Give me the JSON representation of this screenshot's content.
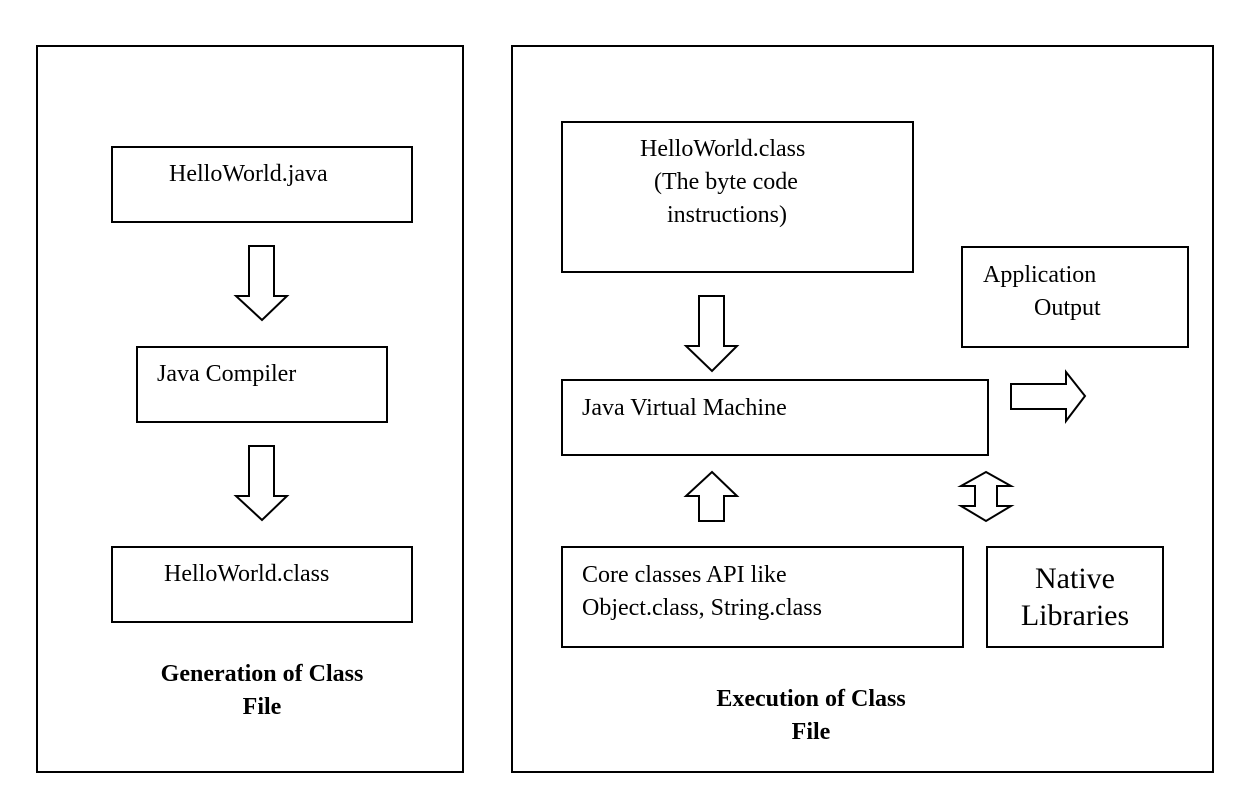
{
  "left_panel": {
    "source_file": "HelloWorld.java",
    "compiler": "Java Compiler",
    "class_file": "HelloWorld.class",
    "caption_line1": "Generation of Class",
    "caption_line2": "File"
  },
  "right_panel": {
    "class_box": {
      "line1": "HelloWorld.class",
      "line2": "(The byte code",
      "line3": "instructions)"
    },
    "output_box": {
      "line1": "Application",
      "line2": "Output"
    },
    "jvm": "Java Virtual Machine",
    "core_classes": {
      "line1": "Core classes API like",
      "line2": "Object.class, String.class"
    },
    "native_libs": {
      "line1": "Native",
      "line2": "Libraries"
    },
    "caption_line1": "Execution of Class",
    "caption_line2": "File"
  }
}
